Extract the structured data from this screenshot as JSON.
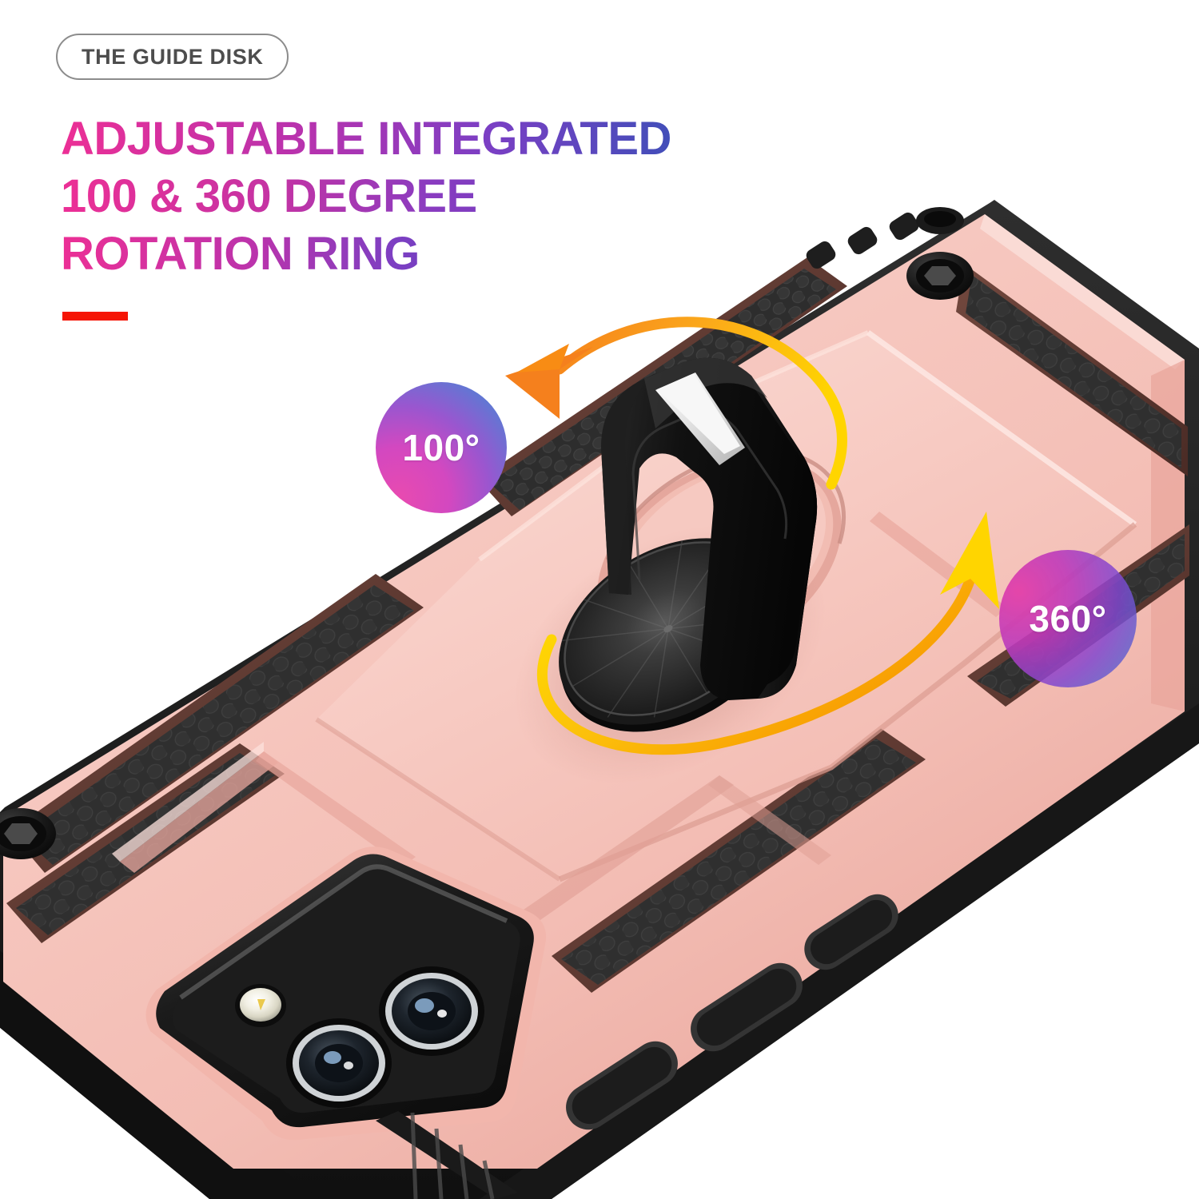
{
  "badge": {
    "label": "THE GUIDE DISK"
  },
  "headline": {
    "line1": "ADJUSTABLE INTEGRATED",
    "line2": "100 & 360 DEGREE",
    "line3": "ROTATION RING",
    "gradient_start": "#ec2f95",
    "gradient_mid": "#7b3fc4",
    "gradient_end": "#2a54b4",
    "accent_bar_color": "#f51505"
  },
  "callouts": [
    {
      "id": "tilt",
      "value": "100°",
      "arrow_color_start": "#f58220",
      "arrow_color_end": "#ffd500"
    },
    {
      "id": "rotate",
      "value": "360°",
      "arrow_color_start": "#ffd500",
      "arrow_color_end": "#f79400"
    }
  ],
  "product": {
    "body_color": "#f6c8c0",
    "body_highlight": "#fddeda",
    "body_shadow": "#d99b92",
    "bevel_dark": "#5a3830",
    "bumper_color": "#2b2b2b",
    "texture_color": "#3a3a3a",
    "ring_color": "#141414",
    "ring_accent_color": "#e6e6e6",
    "disk_color": "#232323"
  }
}
